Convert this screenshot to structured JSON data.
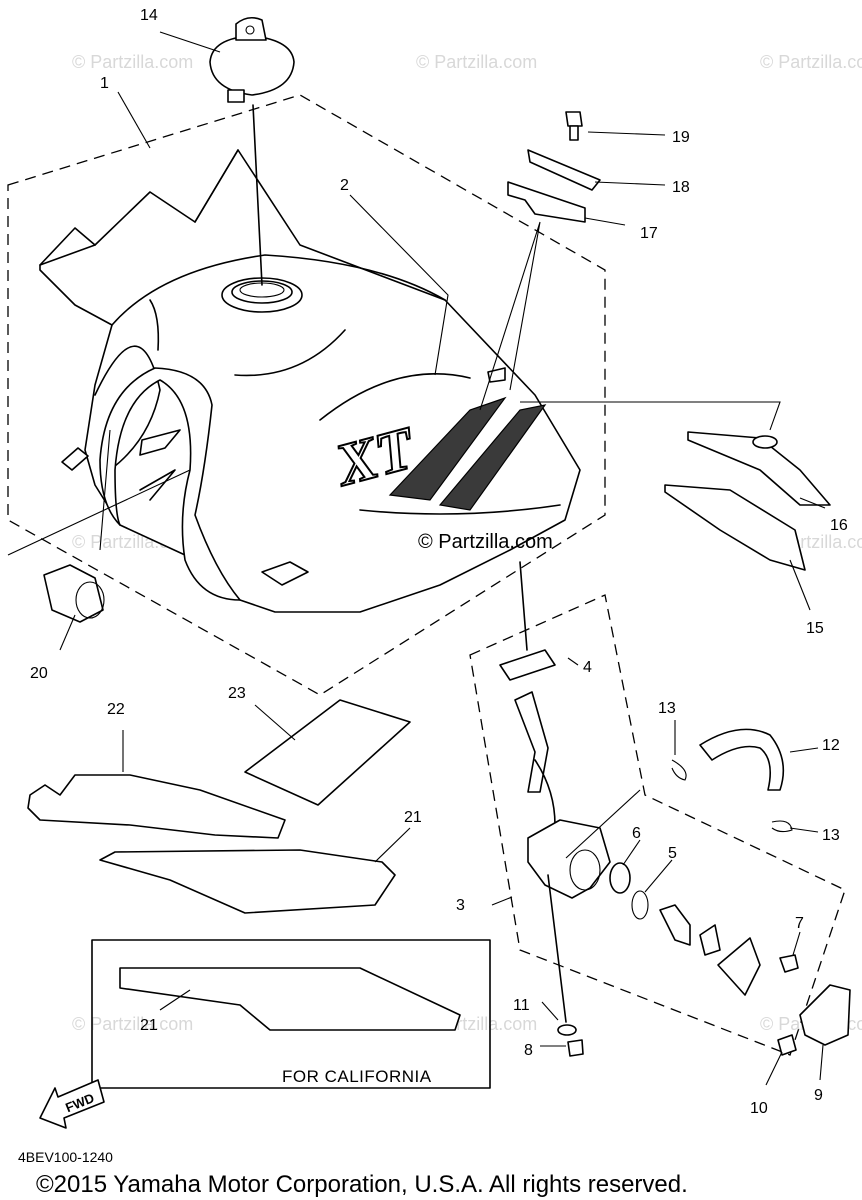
{
  "watermark": {
    "text": "© Partzilla.com",
    "center_text": "© Partzilla.com"
  },
  "callouts": {
    "c1": "1",
    "c2": "2",
    "c3": "3",
    "c4": "4",
    "c5": "5",
    "c6": "6",
    "c7": "7",
    "c8": "8",
    "c9": "9",
    "c10": "10",
    "c11": "11",
    "c12": "12",
    "c13a": "13",
    "c13b": "13",
    "c14": "14",
    "c15": "15",
    "c16": "16",
    "c17": "17",
    "c18": "18",
    "c19": "19",
    "c20": "20",
    "c21a": "21",
    "c21b": "21",
    "c22": "22",
    "c23": "23"
  },
  "tank_badge": "XT",
  "fwd_label": "FWD",
  "california_label": "FOR CALIFORNIA",
  "diagram_code": "4BEV100-1240",
  "copyright": "©2015 Yamaha Motor Corporation, U.S.A. All rights reserved."
}
